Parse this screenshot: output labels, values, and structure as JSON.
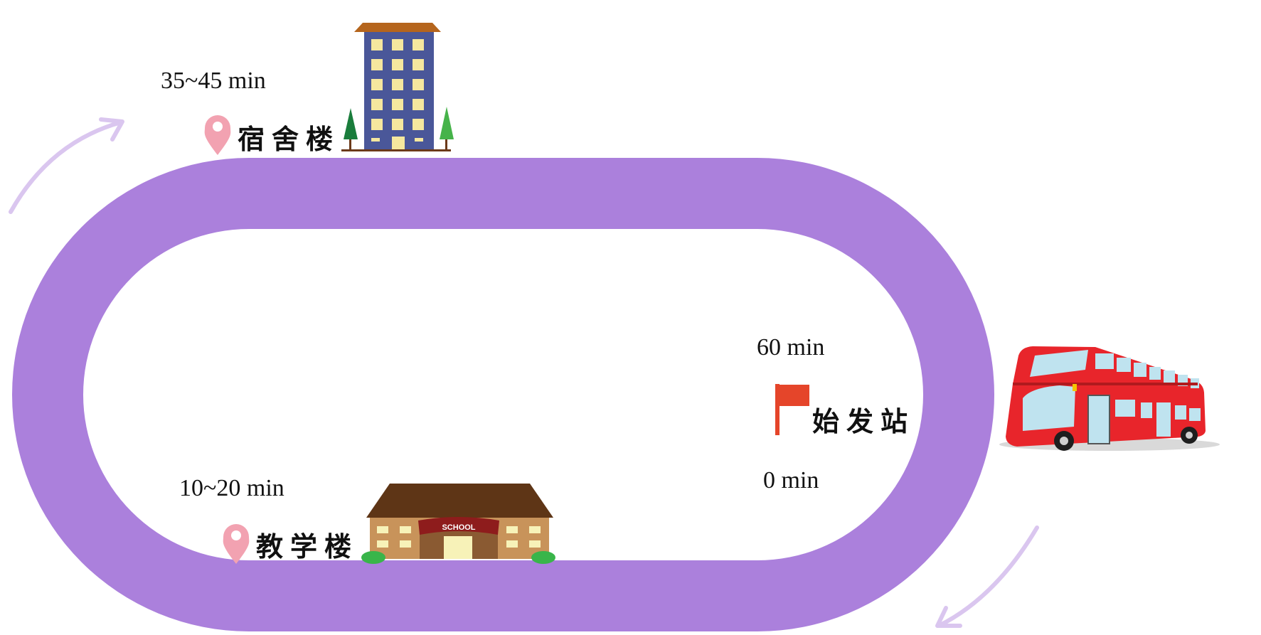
{
  "colors": {
    "track": "#ab80dc",
    "arrow": "#dac6ef",
    "pin": "#f2a2b1",
    "flag": "#e5452a",
    "bus": "#e8252b"
  },
  "stops": {
    "dorm": {
      "label": "宿舍楼",
      "time": "35~45 min",
      "icon": "map-pin-icon"
    },
    "teaching": {
      "label": "教学楼",
      "time": "10~20 min",
      "icon": "map-pin-icon"
    },
    "terminal": {
      "label": "始发站",
      "time_top": "60 min",
      "time_bottom": "0 min",
      "icon": "flag-icon"
    }
  },
  "school_sign": "SCHOOL"
}
